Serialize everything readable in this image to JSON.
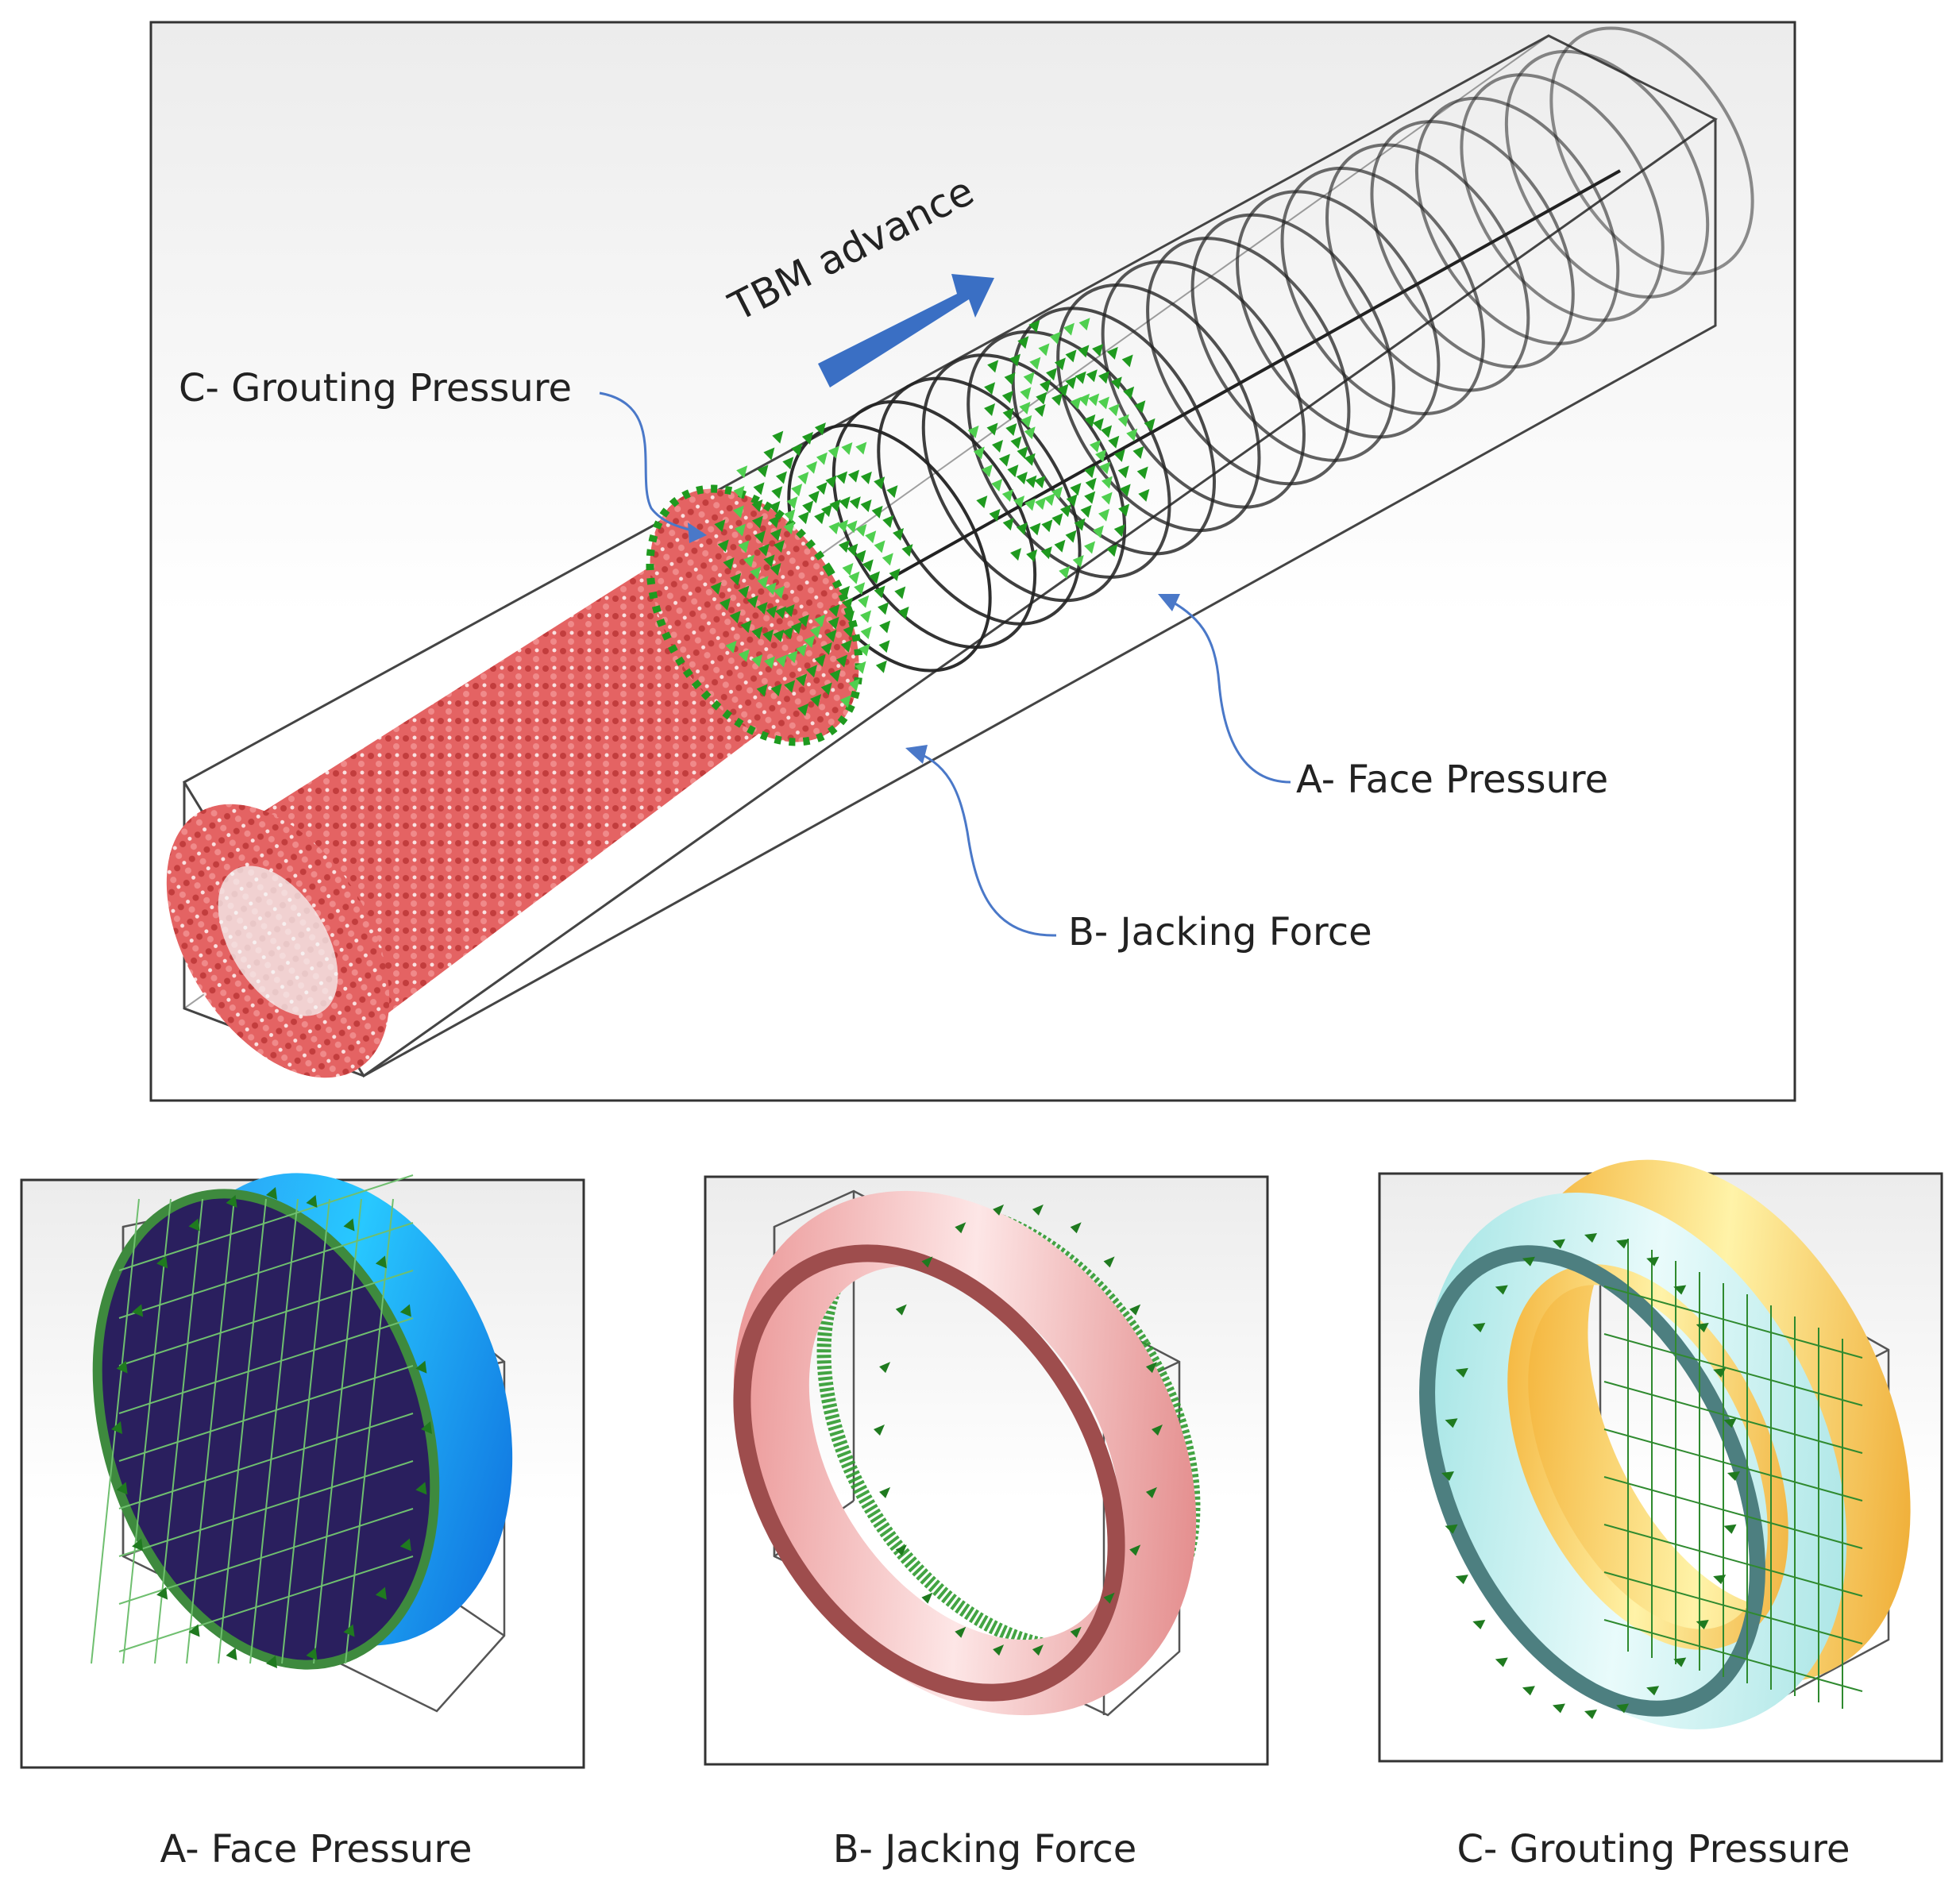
{
  "main_panel": {
    "advance_label": "TBM advance",
    "callouts": {
      "grouting": "C- Grouting Pressure",
      "face": "A- Face Pressure",
      "jacking": "B- Jacking Force"
    }
  },
  "detail_panels": [
    {
      "caption": "A- Face Pressure"
    },
    {
      "caption": "B- Jacking Force"
    },
    {
      "caption": "C- Grouting Pressure"
    }
  ],
  "colors": {
    "lining": "#e05a5a",
    "load_arrows": "#1f9a1f",
    "advance_arrow": "#3a6fc4",
    "callout_line": "#4a78c8",
    "face_plate": "#2a1f5e",
    "face_rim": "#1e7ee0",
    "jacking_ring": "#f2b6b6",
    "grout_ring": "#f5c63a"
  }
}
